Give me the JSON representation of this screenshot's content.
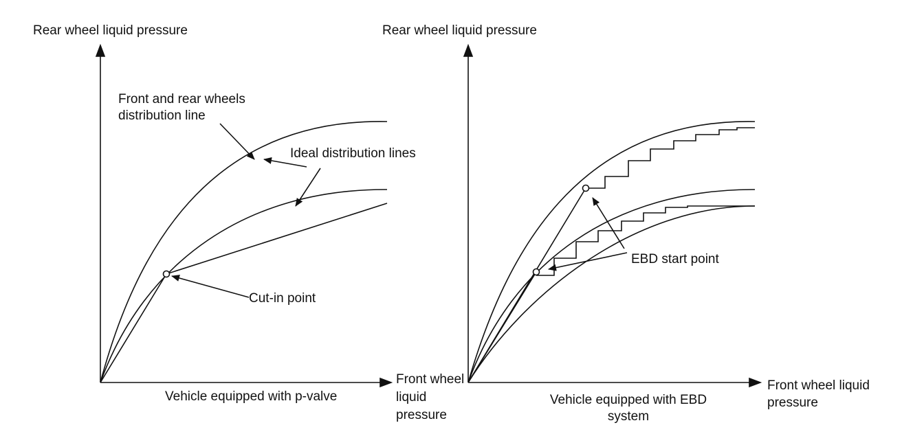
{
  "left_panel": {
    "y_axis_label": "Rear wheel liquid pressure",
    "x_axis_label_lines": [
      "Front wheel",
      "liquid",
      "pressure"
    ],
    "caption": "Vehicle equipped with p-valve",
    "annotation_front_rear_lines": [
      "Front and rear wheels",
      "distribution line"
    ],
    "annotation_ideal": "Ideal distribution lines",
    "annotation_cutin": "Cut-in point"
  },
  "right_panel": {
    "y_axis_label": "Rear wheel liquid pressure",
    "x_axis_label_lines": [
      "Front wheel liquid",
      "pressure"
    ],
    "caption_lines": [
      "Vehicle equipped with EBD",
      "system"
    ],
    "annotation_ebd": "EBD start point"
  },
  "colors": {
    "ink": "#111111",
    "background": "#ffffff"
  }
}
